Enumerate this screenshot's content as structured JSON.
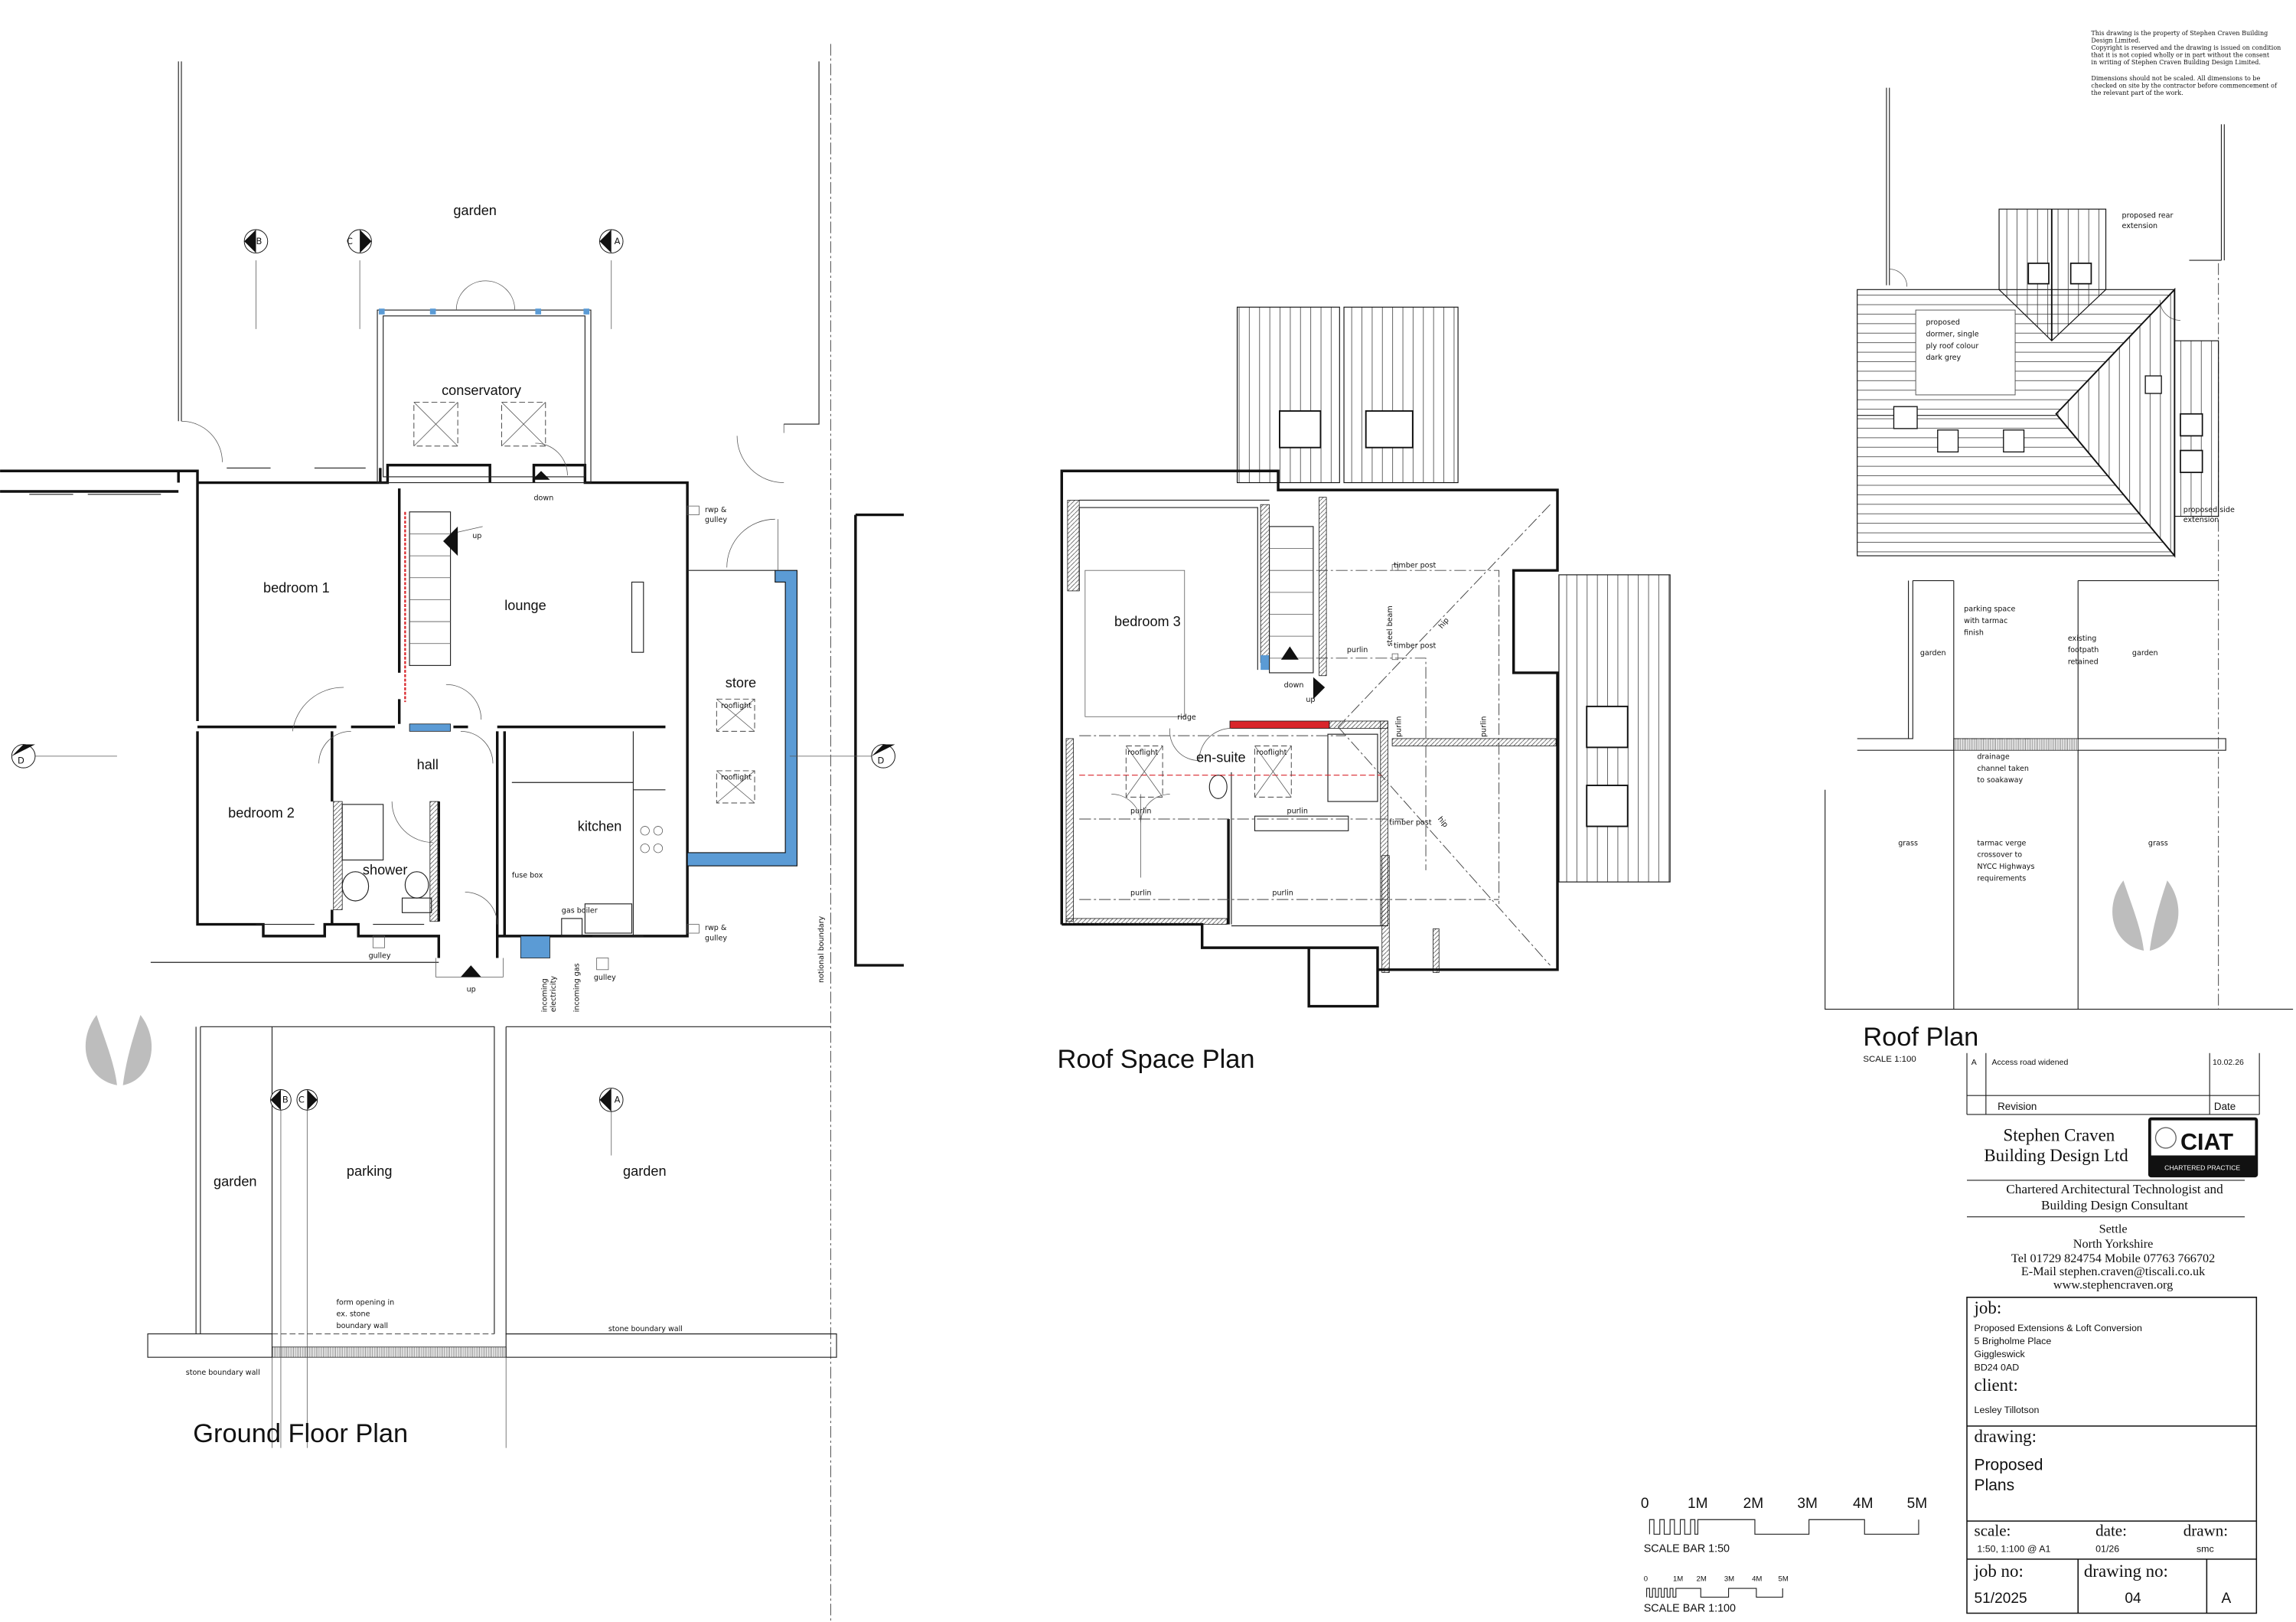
{
  "colors": {
    "new_wall_blue": "#5b9bd5",
    "demolish_red": "#d9262b",
    "line": "#111111",
    "logo_grey": "#bdbdbd"
  },
  "notes": [
    "This drawing is the property of Stephen Craven Building",
    "Design Limited.",
    "Copyright is reserved and the drawing is issued on condition",
    "that it is not copied wholly or in part without the consent",
    "in writing of Stephen Craven Building Design Limited.",
    "Dimensions should not be scaled. All dimensions to be",
    "checked on site by the contractor before commencement of",
    "the relevant part of the work."
  ],
  "ground_floor_plan": {
    "title": "Ground Floor Plan",
    "rooms": {
      "garden_rear": "garden",
      "conservatory": "conservatory",
      "bedroom1": "bedroom 1",
      "lounge": "lounge",
      "store": "store",
      "hall": "hall",
      "bedroom2": "bedroom 2",
      "kitchen": "kitchen",
      "shower": "shower",
      "garden_left": "garden",
      "parking": "parking",
      "garden_right": "garden"
    },
    "labels": {
      "up": "up",
      "down": "down",
      "rwp_line1": "rwp &",
      "rwp_line2": "gulley",
      "rooflight": "rooflight",
      "fuse_box": "fuse box",
      "gas_boiler": "gas boiler",
      "gulley": "gulley",
      "incoming_electricity_1": "incoming",
      "incoming_electricity_2": "electricity",
      "incoming_gas": "incoming gas",
      "notional_boundary": "notional boundary",
      "form_opening": [
        "form opening in",
        "ex. stone",
        "boundary wall"
      ],
      "stone_boundary_wall": "stone boundary wall"
    },
    "section_markers": [
      "A",
      "B",
      "C",
      "D"
    ]
  },
  "roof_space_plan": {
    "title": "Roof Space Plan",
    "rooms": {
      "bedroom3": "bedroom 3",
      "en_suite": "en-suite"
    },
    "labels": {
      "timber_post": "timber post",
      "purlin": "purlin",
      "steel_beam": "steel beam",
      "hip": "hip",
      "ridge": "ridge",
      "rooflight": "rooflight",
      "down": "down",
      "up": "up"
    }
  },
  "roof_plan": {
    "title": "Roof Plan",
    "scale": "SCALE 1:100",
    "labels": {
      "rear_extension": [
        "proposed rear",
        "extension"
      ],
      "dormer": [
        "proposed",
        "dormer, single",
        "ply roof colour",
        "dark grey"
      ],
      "side_extension": [
        "proposed side",
        "extension"
      ],
      "garden": "garden",
      "parking": [
        "parking space",
        "with tarmac",
        "finish"
      ],
      "footpath": [
        "existing",
        "footpath",
        "retained"
      ],
      "drainage": [
        "drainage",
        "channel taken",
        "to soakaway"
      ],
      "grass": "grass",
      "verge": [
        "tarmac verge",
        "crossover to",
        "NYCC Highways",
        "requirements"
      ]
    }
  },
  "title_block": {
    "revision": {
      "letter": "A",
      "description": "Access road widened",
      "date": "10.02.26",
      "header_revision": "Revision",
      "header_date": "Date"
    },
    "company": [
      "Stephen Craven",
      "Building Design Ltd"
    ],
    "logo": {
      "text": "CIAT",
      "subtext": "CHARTERED PRACTICE"
    },
    "profession": [
      "Chartered Architectural Technologist and",
      "Building Design Consultant"
    ],
    "address": [
      "Settle",
      "North Yorkshire",
      "Tel 01729 824754 Mobile 07763 766702",
      "E-Mail stephen.craven@tiscali.co.uk",
      "www.stephencraven.org"
    ],
    "job_label": "job:",
    "job": [
      "Proposed Extensions & Loft Conversion",
      "5 Brigholme Place",
      "Giggleswick",
      "BD24 0AD"
    ],
    "client_label": "client:",
    "client": "Lesley Tillotson",
    "drawing_label": "drawing:",
    "drawing": [
      "Proposed",
      "Plans"
    ],
    "scale_label": "scale:",
    "scale": "1:50, 1:100 @ A1",
    "date_label": "date:",
    "date": "01/26",
    "drawn_label": "drawn:",
    "drawn": "smc",
    "job_no_label": "job no:",
    "job_no": "51/2025",
    "drawing_no_label": "drawing no:",
    "drawing_no": "04",
    "revision_letter": "A"
  },
  "scale_bars": {
    "ticks": [
      "0",
      "1M",
      "2M",
      "3M",
      "4M",
      "5M"
    ],
    "bar_1_50": "SCALE BAR 1:50",
    "bar_1_100": "SCALE BAR 1:100"
  }
}
